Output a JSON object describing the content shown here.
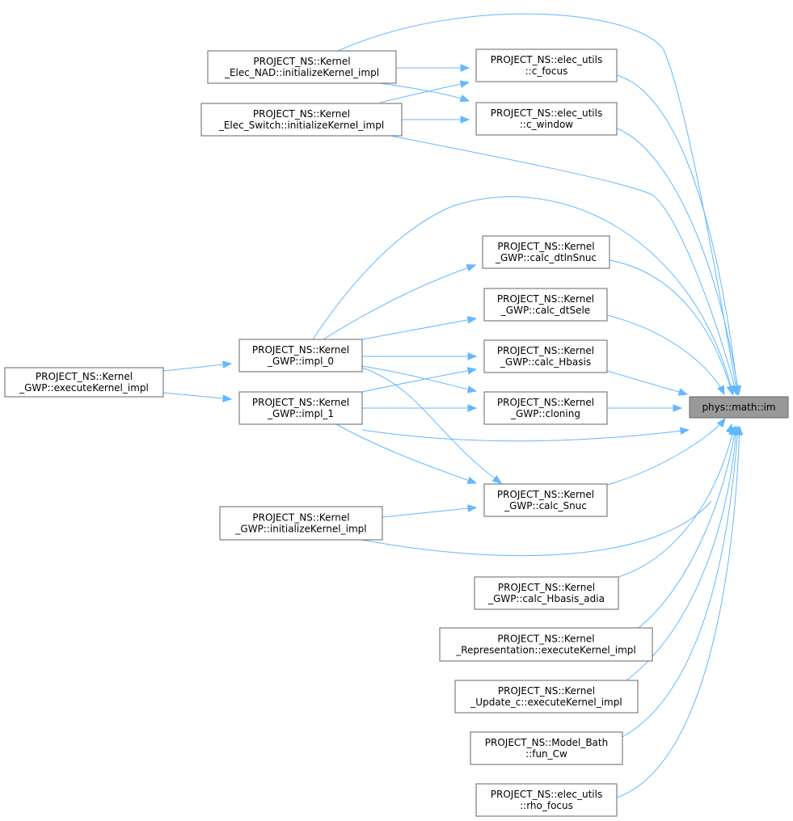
{
  "nodes": [
    {
      "id": "im",
      "lines": [
        "phys::math::im"
      ],
      "focus": true
    },
    {
      "id": "nad_init",
      "lines": [
        "PROJECT_NS::Kernel",
        "_Elec_NAD::initializeKernel_impl"
      ]
    },
    {
      "id": "switch_init",
      "lines": [
        "PROJECT_NS::Kernel",
        "_Elec_Switch::initializeKernel_impl"
      ]
    },
    {
      "id": "c_focus",
      "lines": [
        "PROJECT_NS::elec_utils",
        "::c_focus"
      ]
    },
    {
      "id": "c_window",
      "lines": [
        "PROJECT_NS::elec_utils",
        "::c_window"
      ]
    },
    {
      "id": "calc_dtlnSnuc",
      "lines": [
        "PROJECT_NS::Kernel",
        "_GWP::calc_dtlnSnuc"
      ]
    },
    {
      "id": "calc_dtSele",
      "lines": [
        "PROJECT_NS::Kernel",
        "_GWP::calc_dtSele"
      ]
    },
    {
      "id": "calc_Hbasis",
      "lines": [
        "PROJECT_NS::Kernel",
        "_GWP::calc_Hbasis"
      ]
    },
    {
      "id": "cloning",
      "lines": [
        "PROJECT_NS::Kernel",
        "_GWP::cloning"
      ]
    },
    {
      "id": "calc_Snuc",
      "lines": [
        "PROJECT_NS::Kernel",
        "_GWP::calc_Snuc"
      ]
    },
    {
      "id": "impl_0",
      "lines": [
        "PROJECT_NS::Kernel",
        "_GWP::impl_0"
      ]
    },
    {
      "id": "impl_1",
      "lines": [
        "PROJECT_NS::Kernel",
        "_GWP::impl_1"
      ]
    },
    {
      "id": "gwp_exec",
      "lines": [
        "PROJECT_NS::Kernel",
        "_GWP::executeKernel_impl"
      ]
    },
    {
      "id": "gwp_init",
      "lines": [
        "PROJECT_NS::Kernel",
        "_GWP::initializeKernel_impl"
      ]
    },
    {
      "id": "calc_Hbasis_adia",
      "lines": [
        "PROJECT_NS::Kernel",
        "_GWP::calc_Hbasis_adia"
      ]
    },
    {
      "id": "repr_exec",
      "lines": [
        "PROJECT_NS::Kernel",
        "_Representation::executeKernel_impl"
      ]
    },
    {
      "id": "update_exec",
      "lines": [
        "PROJECT_NS::Kernel",
        "_Update_c::executeKernel_impl"
      ]
    },
    {
      "id": "fun_Cw",
      "lines": [
        "PROJECT_NS::Model_Bath",
        "::fun_Cw"
      ]
    },
    {
      "id": "rho_focus",
      "lines": [
        "PROJECT_NS::elec_utils",
        "::rho_focus"
      ]
    }
  ],
  "edges": [
    {
      "from": "nad_init",
      "to": "im"
    },
    {
      "from": "nad_init",
      "to": "c_focus"
    },
    {
      "from": "nad_init",
      "to": "c_window"
    },
    {
      "from": "switch_init",
      "to": "im"
    },
    {
      "from": "switch_init",
      "to": "c_focus"
    },
    {
      "from": "switch_init",
      "to": "c_window"
    },
    {
      "from": "c_focus",
      "to": "im"
    },
    {
      "from": "c_window",
      "to": "im"
    },
    {
      "from": "impl_0",
      "to": "im"
    },
    {
      "from": "impl_0",
      "to": "calc_dtlnSnuc"
    },
    {
      "from": "impl_0",
      "to": "calc_dtSele"
    },
    {
      "from": "impl_0",
      "to": "calc_Hbasis"
    },
    {
      "from": "impl_0",
      "to": "cloning"
    },
    {
      "from": "impl_0",
      "to": "calc_Snuc"
    },
    {
      "from": "impl_1",
      "to": "im"
    },
    {
      "from": "impl_1",
      "to": "calc_Hbasis"
    },
    {
      "from": "impl_1",
      "to": "cloning"
    },
    {
      "from": "impl_1",
      "to": "calc_Snuc"
    },
    {
      "from": "gwp_exec",
      "to": "impl_0"
    },
    {
      "from": "gwp_exec",
      "to": "impl_1"
    },
    {
      "from": "gwp_init",
      "to": "im"
    },
    {
      "from": "gwp_init",
      "to": "calc_Snuc"
    },
    {
      "from": "calc_dtlnSnuc",
      "to": "im"
    },
    {
      "from": "calc_dtSele",
      "to": "im"
    },
    {
      "from": "calc_Hbasis",
      "to": "im"
    },
    {
      "from": "cloning",
      "to": "im"
    },
    {
      "from": "calc_Snuc",
      "to": "im"
    },
    {
      "from": "calc_Hbasis_adia",
      "to": "im"
    },
    {
      "from": "repr_exec",
      "to": "im"
    },
    {
      "from": "update_exec",
      "to": "im"
    },
    {
      "from": "fun_Cw",
      "to": "im"
    },
    {
      "from": "rho_focus",
      "to": "im"
    }
  ]
}
